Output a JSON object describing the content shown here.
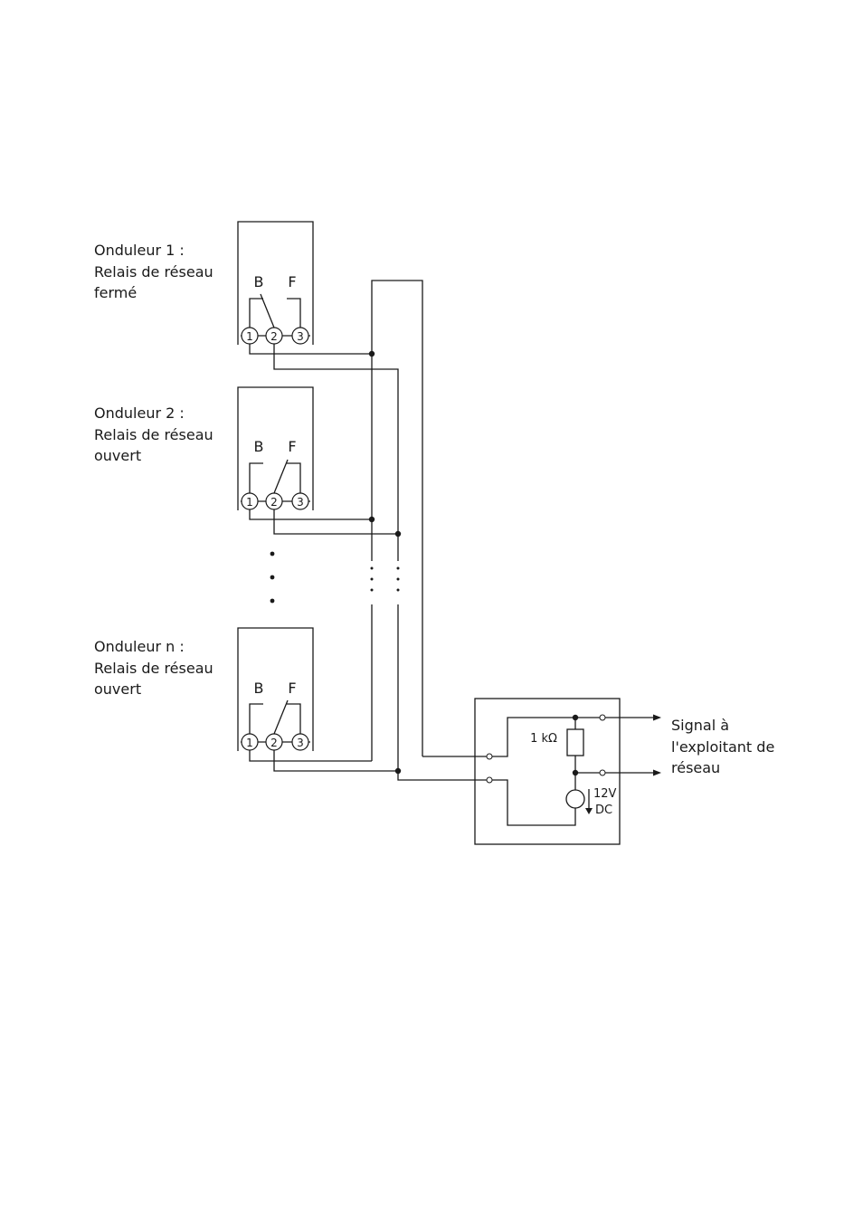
{
  "inverters": [
    {
      "title": "Onduleur 1 :",
      "line2": "Relais de réseau",
      "line3": "fermé",
      "state": "closed"
    },
    {
      "title": "Onduleur 2 :",
      "line2": "Relais de réseau",
      "line3": "ouvert",
      "state": "open"
    },
    {
      "title": "Onduleur n :",
      "line2": "Relais de réseau",
      "line3": "ouvert",
      "state": "open"
    }
  ],
  "relay_contacts": {
    "b": "B",
    "f": "F"
  },
  "terminals": [
    "1",
    "2",
    "3"
  ],
  "signal_unit": {
    "resistor": "1 kΩ",
    "source_voltage": "12V",
    "source_type": "DC",
    "output_line1": "Signal à",
    "output_line2": "l'exploitant de",
    "output_line3": "réseau"
  }
}
